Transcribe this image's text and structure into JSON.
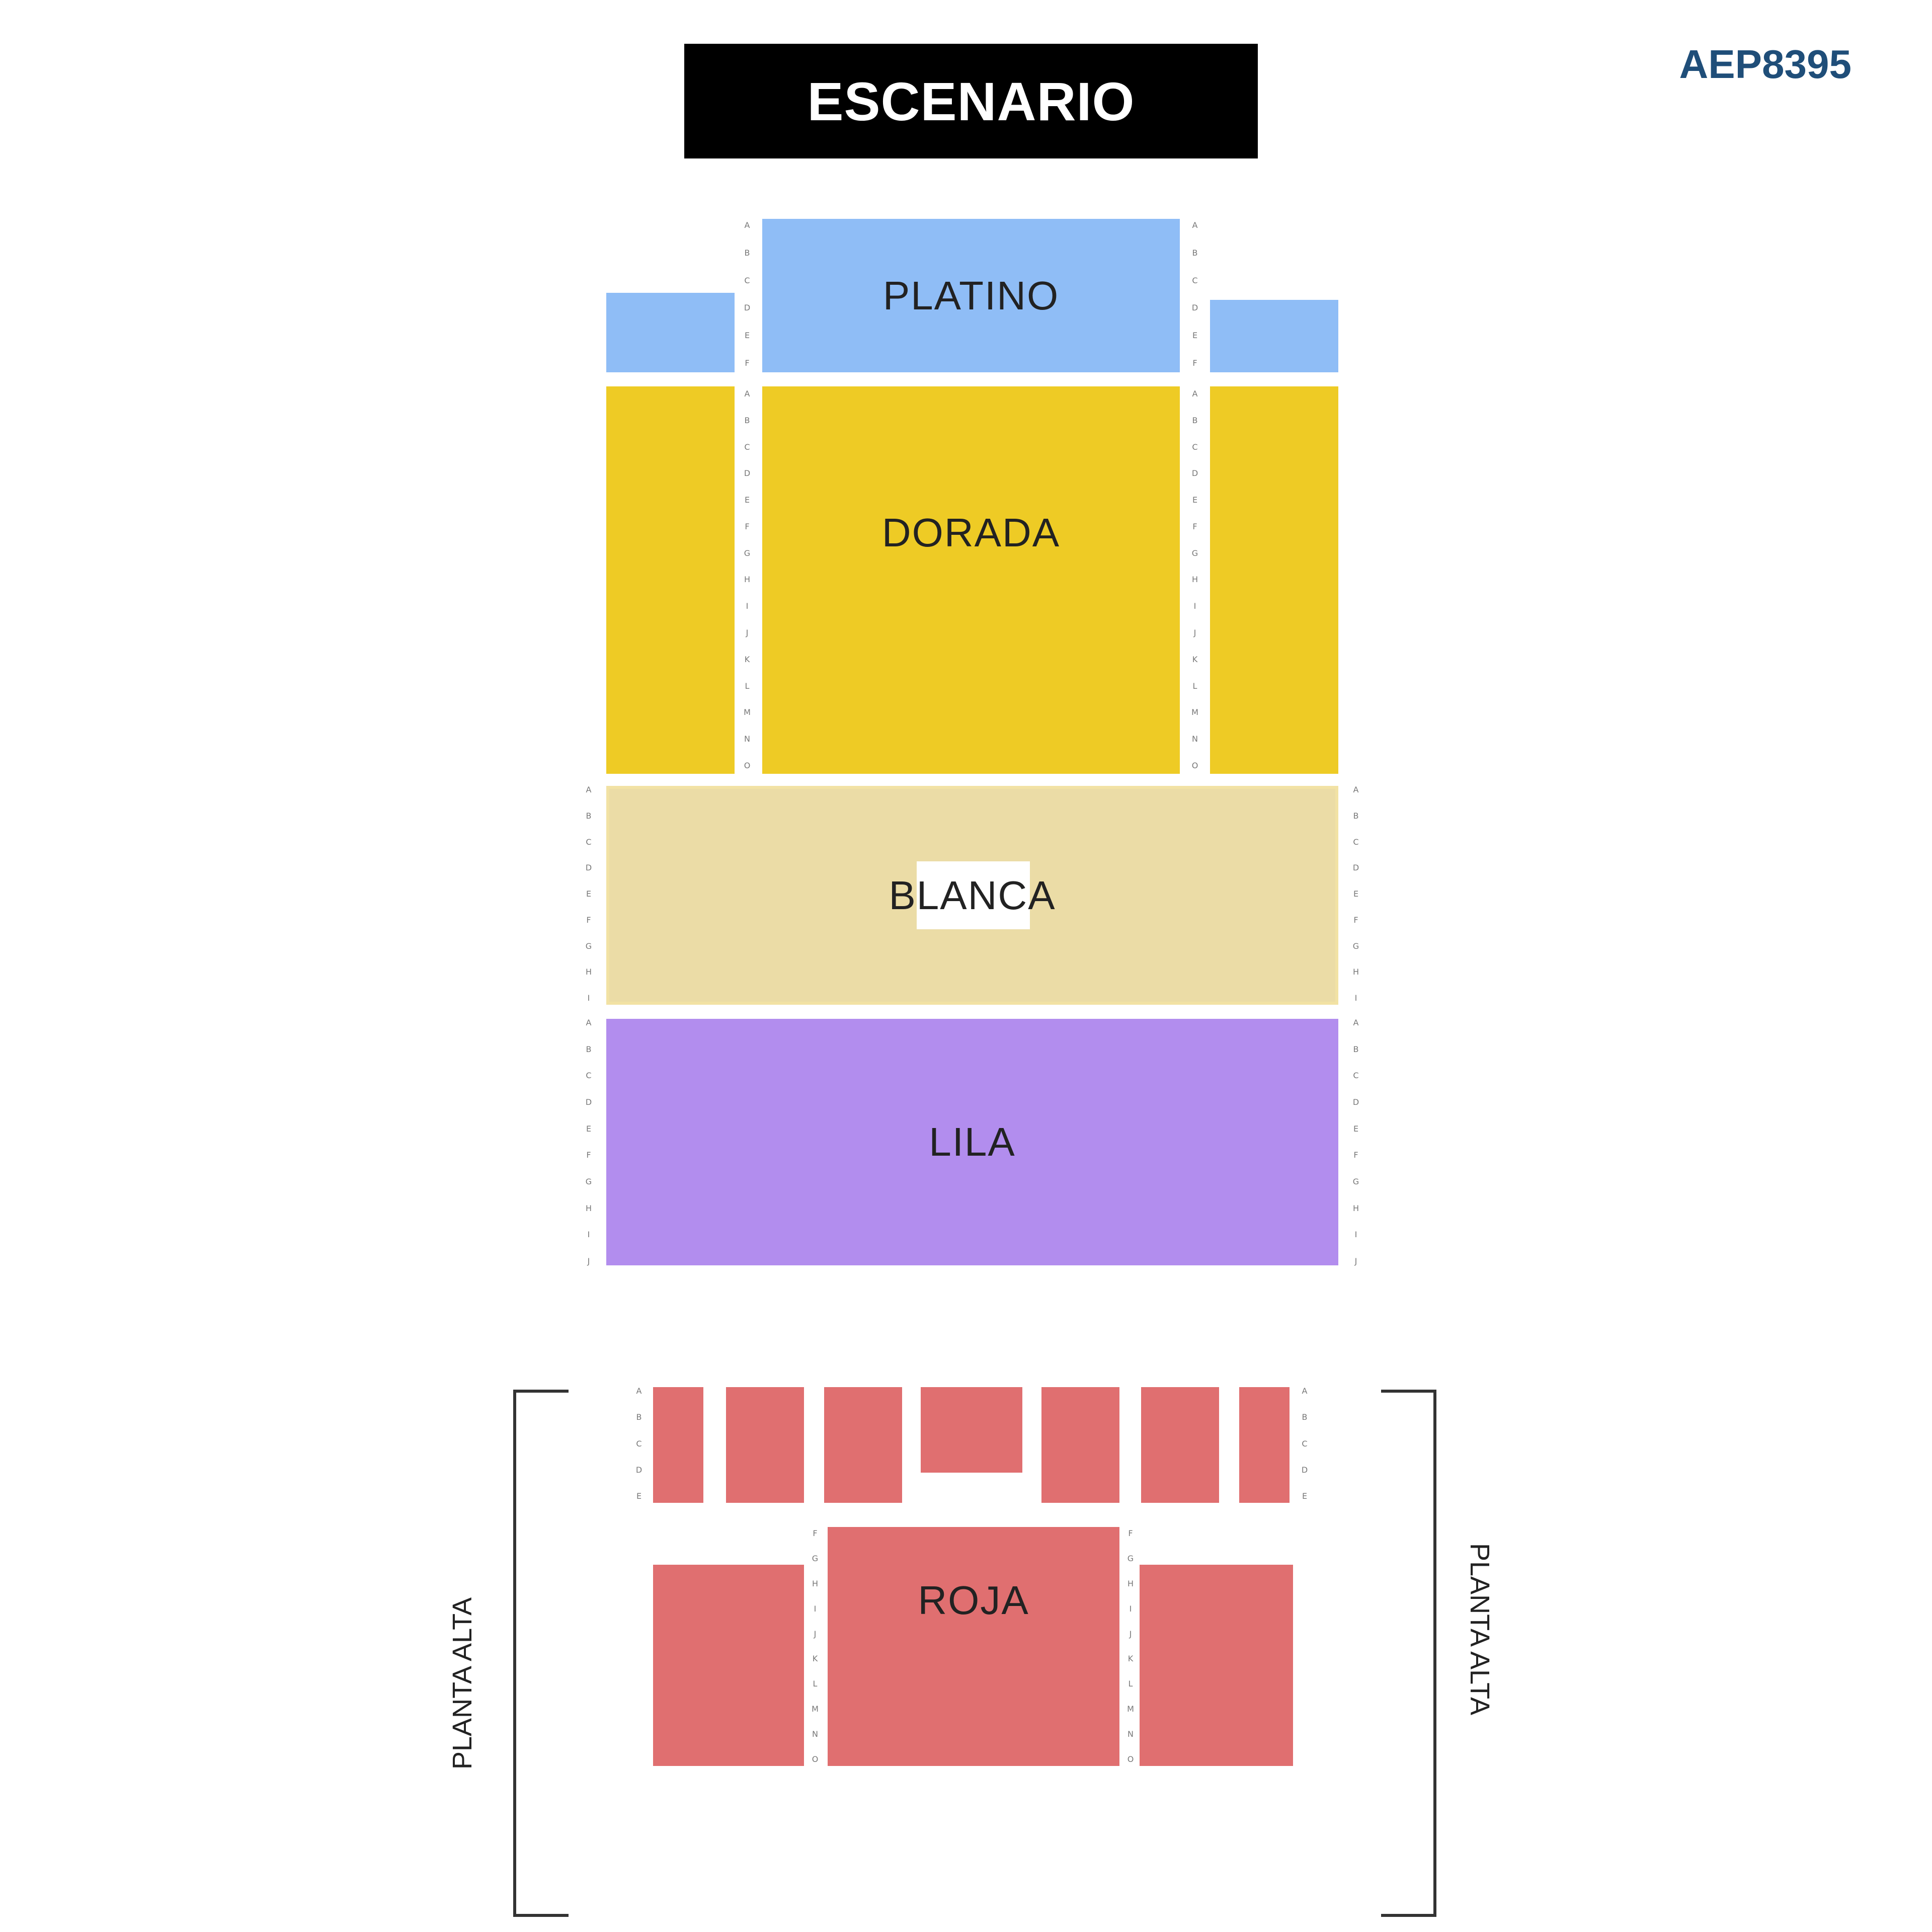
{
  "stage": {
    "label": "ESCENARIO"
  },
  "map_code": "AEP8395",
  "sections": {
    "platino": "PLATINO",
    "dorada": "DORADA",
    "blanca": "BLANCA",
    "lila": "LILA",
    "roja": "ROJA"
  },
  "upper_level": {
    "left": "PLANTA ALTA",
    "right": "PLANTA ALTA"
  },
  "row_letters": {
    "platino": [
      "A",
      "B",
      "C",
      "D",
      "E",
      "F"
    ],
    "dorada": [
      "A",
      "B",
      "C",
      "D",
      "E",
      "F",
      "G",
      "H",
      "I",
      "J",
      "K",
      "L",
      "M",
      "N",
      "O"
    ],
    "blanca": [
      "A",
      "B",
      "C",
      "D",
      "E",
      "F",
      "G",
      "H",
      "I"
    ],
    "lila": [
      "A",
      "B",
      "C",
      "D",
      "E",
      "F",
      "G",
      "H",
      "I",
      "J"
    ],
    "roja_front": [
      "A",
      "B",
      "C",
      "D",
      "E"
    ],
    "roja_back": [
      "F",
      "G",
      "H",
      "I",
      "J",
      "K",
      "L",
      "M",
      "N",
      "O"
    ]
  },
  "colors": {
    "platino": "#8fbdf6",
    "dorada": "#eecb25",
    "blanca": "#ebdca6",
    "lila": "#b28dee",
    "roja": "#e06f70",
    "stage": "#000000",
    "code": "#1f4e79"
  }
}
